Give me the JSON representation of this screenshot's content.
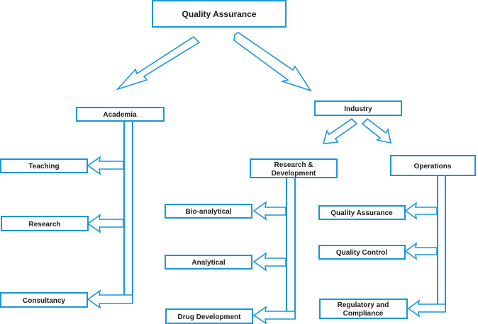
{
  "title": "Quality Assurance",
  "branches": {
    "academia": {
      "label": "Academia",
      "children": [
        "Teaching",
        "Research",
        "Consultancy"
      ]
    },
    "industry": {
      "label": "Industry",
      "research_development": {
        "label_line1": "Research &",
        "label_line2": "Development",
        "children": [
          "Bio-analytical",
          "Analytical",
          "Drug Development"
        ]
      },
      "operations": {
        "label": "Operations",
        "children": [
          "Quality Assurance",
          "Quality Control"
        ],
        "regulatory": {
          "line1": "Regulatory and",
          "line2": "Compliance"
        }
      }
    }
  },
  "colors": {
    "accent": "#1b95d8",
    "text": "#1a1a1a"
  }
}
